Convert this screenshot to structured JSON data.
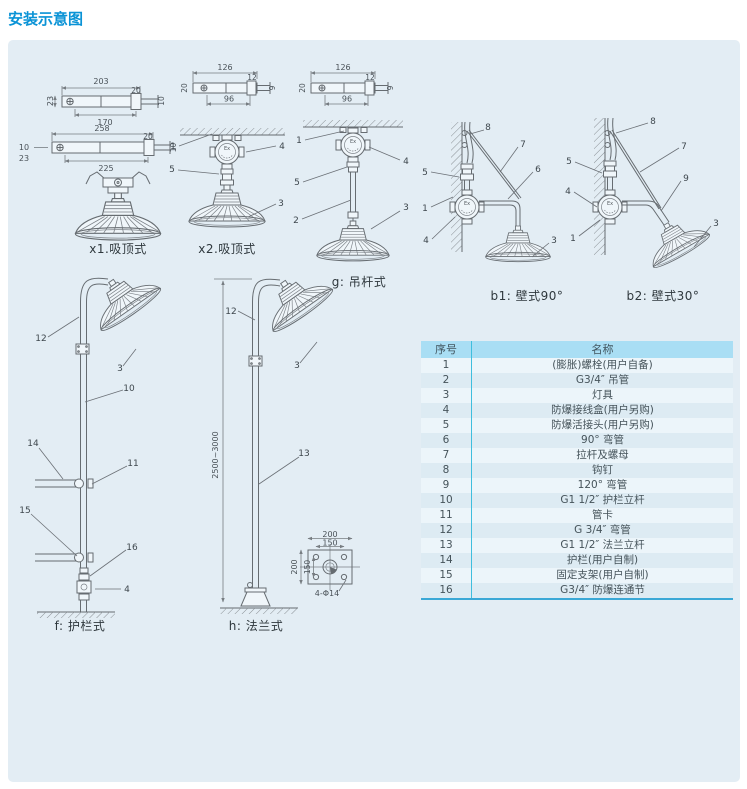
{
  "page": {
    "title": "安装示意图"
  },
  "jbox": {
    "ex": "Ex"
  },
  "dims": {
    "bA": {
      "w": "203",
      "t": "20",
      "l": "23",
      "b": "170",
      "r": "10"
    },
    "bB": {
      "w": "258",
      "t": "20",
      "l1": "10",
      "l2": "23",
      "b": "225",
      "r": "10"
    },
    "bC": {
      "w": "126",
      "t": "12",
      "l": "20",
      "b": "96",
      "r": "9"
    },
    "bD": {
      "w": "126",
      "t": "12",
      "l": "20",
      "b": "96",
      "r": "9"
    }
  },
  "x1": {
    "caption": "x1.吸顶式"
  },
  "x2": {
    "caption": "x2.吸顶式",
    "p1": "1",
    "p4": "4",
    "p5": "5",
    "p3": "3"
  },
  "g": {
    "caption": "g: 吊杆式",
    "p1": "1",
    "p4": "4",
    "p5": "5",
    "p2": "2",
    "p3": "3"
  },
  "b1": {
    "caption": "b1: 壁式90°",
    "p8": "8",
    "p7": "7",
    "p6": "6",
    "p5": "5",
    "p1": "1",
    "p4": "4",
    "p3": "3"
  },
  "b2": {
    "caption": "b2: 壁式30°",
    "p8": "8",
    "p7": "7",
    "p9": "9",
    "p5": "5",
    "p4": "4",
    "p1": "1",
    "p3": "3"
  },
  "f": {
    "caption": "f: 护栏式",
    "p12": "12",
    "p3": "3",
    "p10": "10",
    "p14": "14",
    "p11": "11",
    "p15": "15",
    "p16": "16",
    "p4": "4"
  },
  "h": {
    "caption": "h: 法兰式",
    "p12": "12",
    "p3": "3",
    "p13": "13",
    "height": "2500~3000",
    "flange": {
      "w1": "200",
      "w2": "150",
      "h1": "200",
      "h2": "150",
      "holes": "4-Φ14"
    }
  },
  "table": {
    "headers": [
      "序号",
      "名称"
    ],
    "rows": [
      [
        "1",
        "(膨胀)螺栓(用户自备)"
      ],
      [
        "2",
        "G3/4″ 吊管"
      ],
      [
        "3",
        "灯具"
      ],
      [
        "4",
        "防爆接线盒(用户另购)"
      ],
      [
        "5",
        "防爆活接头(用户另购)"
      ],
      [
        "6",
        "90° 弯管"
      ],
      [
        "7",
        "拉杆及螺母"
      ],
      [
        "8",
        "钩钉"
      ],
      [
        "9",
        "120° 弯管"
      ],
      [
        "10",
        "G1 1/2″ 护栏立杆"
      ],
      [
        "11",
        "管卡"
      ],
      [
        "12",
        "G 3/4″ 弯管"
      ],
      [
        "13",
        "G1 1/2″ 法兰立杆"
      ],
      [
        "14",
        "护栏(用户自制)"
      ],
      [
        "15",
        "固定支架(用户自制)"
      ],
      [
        "16",
        "G3/4″ 防爆连通节"
      ]
    ]
  }
}
